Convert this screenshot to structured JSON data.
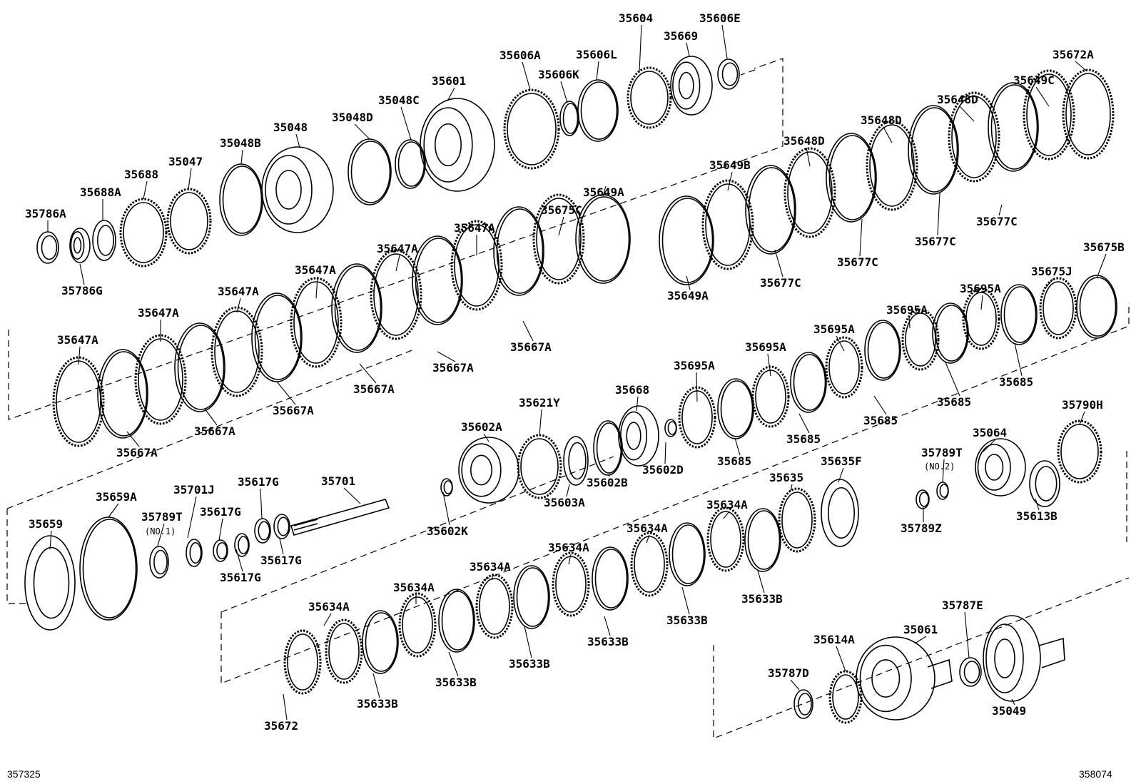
{
  "diagram": {
    "corner_refs": {
      "left": "357325",
      "right": "358074"
    },
    "labels": [
      {
        "text": "35604"
      },
      {
        "text": "35606E"
      },
      {
        "text": "35669"
      },
      {
        "text": "35606A"
      },
      {
        "text": "35606L"
      },
      {
        "text": "35606K"
      },
      {
        "text": "35601"
      },
      {
        "text": "35048C"
      },
      {
        "text": "35048D"
      },
      {
        "text": "35048"
      },
      {
        "text": "35048B"
      },
      {
        "text": "35047"
      },
      {
        "text": "35688"
      },
      {
        "text": "35688A"
      },
      {
        "text": "35786A"
      },
      {
        "text": "35786G"
      },
      {
        "text": "35672A"
      },
      {
        "text": "35649C"
      },
      {
        "text": "35648D"
      },
      {
        "text": "35648D"
      },
      {
        "text": "35648D"
      },
      {
        "text": "35649B"
      },
      {
        "text": "35677C"
      },
      {
        "text": "35677C"
      },
      {
        "text": "35677C"
      },
      {
        "text": "35677C"
      },
      {
        "text": "35649A"
      },
      {
        "text": "35649A"
      },
      {
        "text": "35675C"
      },
      {
        "text": "35647A"
      },
      {
        "text": "35647A"
      },
      {
        "text": "35647A"
      },
      {
        "text": "35647A"
      },
      {
        "text": "35647A"
      },
      {
        "text": "35647A"
      },
      {
        "text": "35667A"
      },
      {
        "text": "35667A"
      },
      {
        "text": "35667A"
      },
      {
        "text": "35667A"
      },
      {
        "text": "35667A"
      },
      {
        "text": "35667A"
      },
      {
        "text": "35675B"
      },
      {
        "text": "35675J"
      },
      {
        "text": "35695A"
      },
      {
        "text": "35695A"
      },
      {
        "text": "35695A"
      },
      {
        "text": "35695A"
      },
      {
        "text": "35695A"
      },
      {
        "text": "35685"
      },
      {
        "text": "35685"
      },
      {
        "text": "35685"
      },
      {
        "text": "35685"
      },
      {
        "text": "35685"
      },
      {
        "text": "35668"
      },
      {
        "text": "35621Y"
      },
      {
        "text": "35602A"
      },
      {
        "text": "35602B"
      },
      {
        "text": "35602D"
      },
      {
        "text": "35603A"
      },
      {
        "text": "35602K"
      },
      {
        "text": "35701"
      },
      {
        "text": "35790H"
      },
      {
        "text": "35064"
      },
      {
        "text": "35789T"
      },
      {
        "text": "(NO.2)"
      },
      {
        "text": "35613B"
      },
      {
        "text": "35789Z"
      },
      {
        "text": "35635F"
      },
      {
        "text": "35635"
      },
      {
        "text": "35634A"
      },
      {
        "text": "35634A"
      },
      {
        "text": "35634A"
      },
      {
        "text": "35634A"
      },
      {
        "text": "35634A"
      },
      {
        "text": "35634A"
      },
      {
        "text": "35633B"
      },
      {
        "text": "35633B"
      },
      {
        "text": "35633B"
      },
      {
        "text": "35633B"
      },
      {
        "text": "35633B"
      },
      {
        "text": "35633B"
      },
      {
        "text": "35672"
      },
      {
        "text": "35659"
      },
      {
        "text": "35659A"
      },
      {
        "text": "35701J"
      },
      {
        "text": "35789T"
      },
      {
        "text": "(NO.1)"
      },
      {
        "text": "35617G"
      },
      {
        "text": "35617G"
      },
      {
        "text": "35617G"
      },
      {
        "text": "35617G"
      },
      {
        "text": "35787E"
      },
      {
        "text": "35614A"
      },
      {
        "text": "35061"
      },
      {
        "text": "35787D"
      },
      {
        "text": "35049"
      }
    ]
  }
}
